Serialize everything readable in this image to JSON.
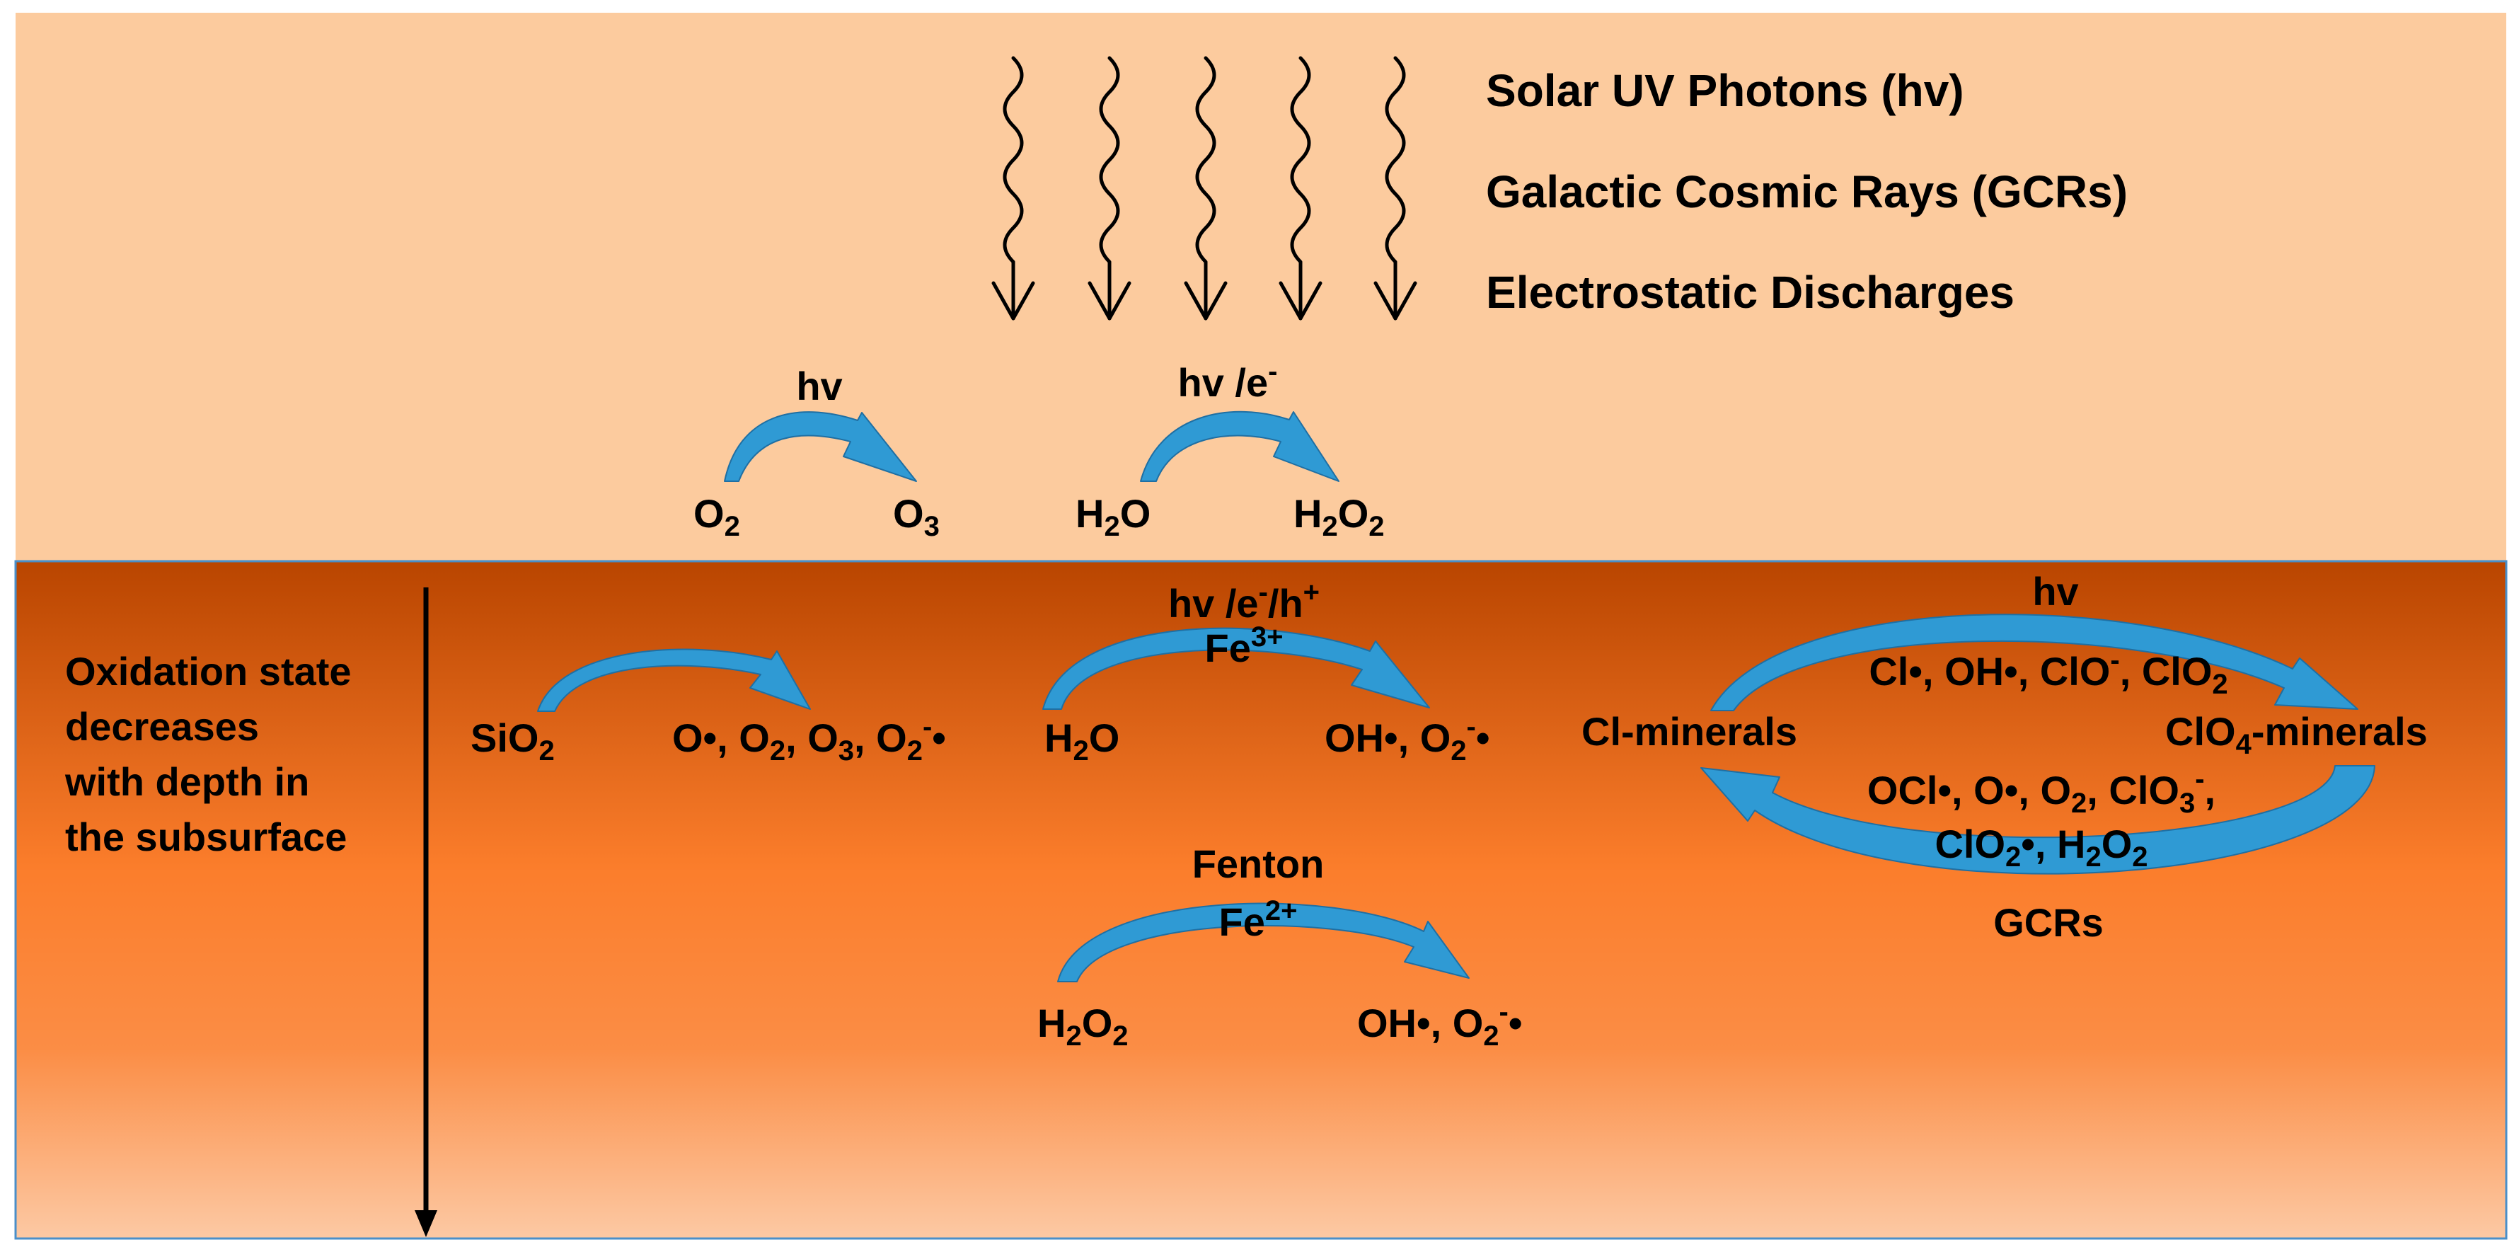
{
  "colors": {
    "atmosphere": "#fccb9e",
    "surface_top": "#b94500",
    "surface_mid": "#fb7d2b",
    "surface_bottom": "#fcc9a4",
    "curved_arrow": "#2f9ad4",
    "text": "#000000"
  },
  "sources": [
    "Solar UV Photons (hv)",
    "Galactic Cosmic Rays (GCRs)",
    "Electrostatic Discharges"
  ],
  "depth_note": {
    "lines": [
      "Oxidation state",
      "decreases",
      "with depth in",
      "the subsurface"
    ]
  },
  "atmosphere_reactions": {
    "ozone": {
      "driver": "hv",
      "reactant": "O2",
      "product": "O3"
    },
    "peroxide": {
      "driver": "hv /e-",
      "reactant": "H2O",
      "product": "H2O2"
    }
  },
  "subsurface_reactions": {
    "silica": {
      "reactant": "SiO2",
      "products": "O•, O2, O3, O2-•"
    },
    "water": {
      "driver": "hv /e-/h+",
      "catalyst": "Fe3+",
      "reactant": "H2O",
      "products": "OH•, O2-•"
    },
    "fenton": {
      "driver": "Fenton",
      "catalyst": "Fe2+",
      "reactant": "H2O2",
      "products": "OH•, O2-•"
    },
    "chlorine_cycle": {
      "driver_top": "hv",
      "driver_bottom": "GCRs",
      "left": "Cl-minerals",
      "right": "ClO4-minerals",
      "upper_species": "Cl•, OH•, ClO-, ClO2",
      "lower_species_line1": "OCl•, O•, O2, ClO3-,",
      "lower_species_line2": "ClO2•, H2O2"
    }
  }
}
